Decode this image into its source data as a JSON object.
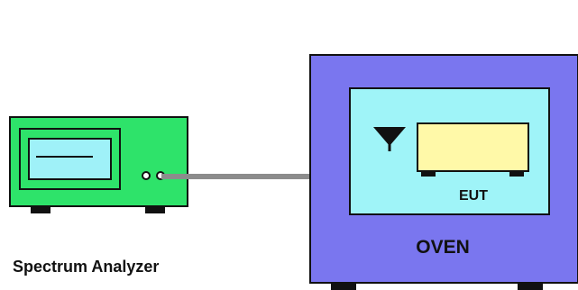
{
  "labels": {
    "spectrum_analyzer": "Spectrum Analyzer",
    "eut": "EUT",
    "oven": "OVEN"
  },
  "colors": {
    "analyzer_body": "#2ee36a",
    "analyzer_screen": "#9ff1f8",
    "oven_body": "#7a76ef",
    "oven_chamber": "#9ff4f8",
    "eut_body": "#fff9a8",
    "cable": "#8c8c8c",
    "antenna": "#111111",
    "feet": "#111111",
    "outline": "#111111"
  },
  "icons": {
    "antenna": "antenna-icon",
    "connectors": "connector-icon"
  }
}
